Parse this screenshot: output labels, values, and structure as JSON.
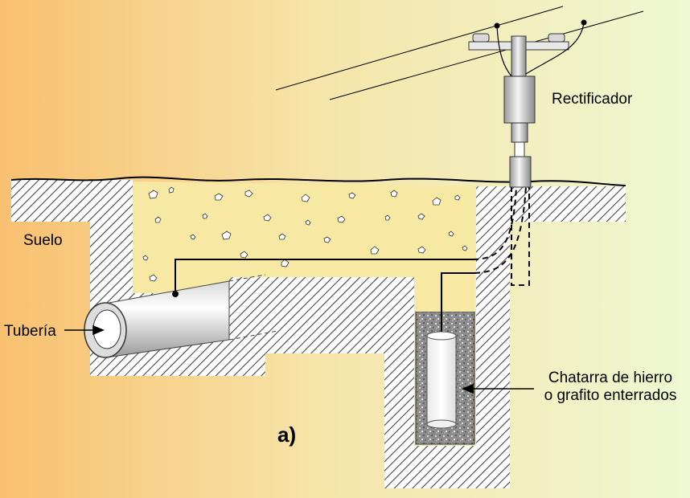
{
  "labels": {
    "rectifier": "Rectificador",
    "soil": "Suelo",
    "pipe": "Tubería",
    "anode_line1": "Chatarra de hierro",
    "anode_line2": "o grafito enterrados",
    "figure": "a)"
  },
  "colors": {
    "background_left": "#f9c273",
    "background_right": "#f0f8d0",
    "soil_fill": "#ffffff",
    "hatch": "#555555",
    "backfill": "#f5e8a8",
    "pipe_light": "#f4f4f4",
    "pipe_dark": "#9a9a9a",
    "anode_bed": "#8f8f8f",
    "wire": "#000000"
  },
  "icons": [
    "utility-pole-icon",
    "rectifier-unit-icon",
    "pipe-icon",
    "ground-anode-icon"
  ]
}
